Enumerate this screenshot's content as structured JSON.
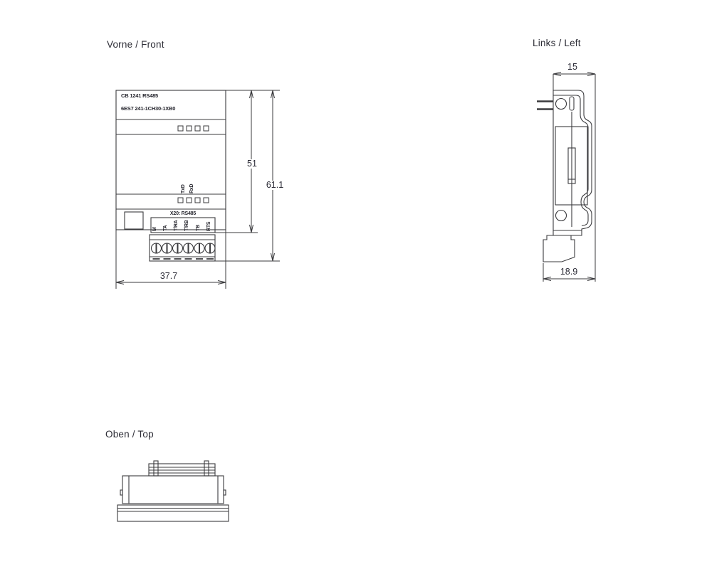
{
  "colors": {
    "background": "#ffffff",
    "line": "#3b3b3e",
    "text": "#2d2d36"
  },
  "front": {
    "title": "Vorne / Front",
    "device_name": "CB 1241 RS485",
    "order_number": "6ES7 241-1CH30-1XB0",
    "led_labels": [
      "TxD",
      "RxD"
    ],
    "connector_label": "X20: RS485",
    "terminal_labels": [
      "M",
      "TA",
      "T/RA",
      "T/RB",
      "TB",
      "RTS"
    ],
    "dim_height_body": "51",
    "dim_height_total": "61.1",
    "dim_width": "37.7"
  },
  "left": {
    "title": "Links / Left",
    "dim_width_top": "15",
    "dim_depth_bottom": "18.9"
  },
  "top": {
    "title": "Oben / Top"
  }
}
